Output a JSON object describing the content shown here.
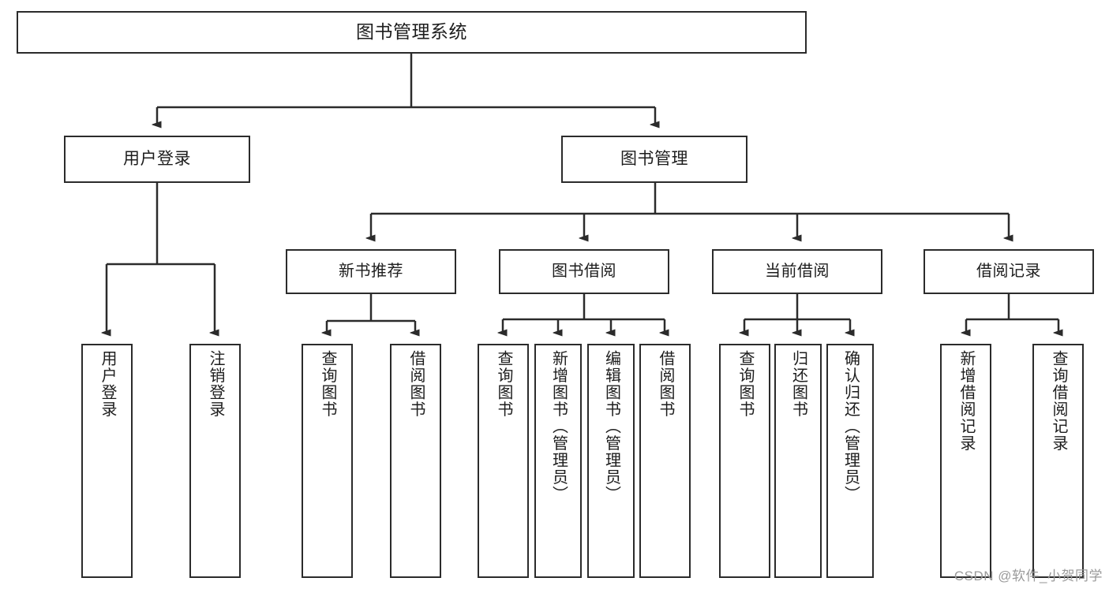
{
  "diagram": {
    "title": "图书管理系统",
    "watermark": "CSDN @软件_小贺同学",
    "line_color": "#2b2b2b",
    "text_color": "#1d1d1d",
    "background": "#ffffff",
    "levels": {
      "root": {
        "label": "图书管理系统"
      },
      "level2": [
        {
          "label": "用户登录"
        },
        {
          "label": "图书管理"
        }
      ],
      "level3": [
        {
          "label": "新书推荐"
        },
        {
          "label": "图书借阅"
        },
        {
          "label": "当前借阅"
        },
        {
          "label": "借阅记录"
        }
      ],
      "leaves": {
        "user_login": [
          {
            "label": "用户登录"
          },
          {
            "label": "注销登录"
          }
        ],
        "new_book_recommend": [
          {
            "label": "查询图书"
          },
          {
            "label": "借阅图书"
          }
        ],
        "book_borrow": [
          {
            "label": "查询图书"
          },
          {
            "label": "新增图书（管理员）"
          },
          {
            "label": "编辑图书（管理员）"
          },
          {
            "label": "借阅图书"
          }
        ],
        "current_borrow": [
          {
            "label": "查询图书"
          },
          {
            "label": "归还图书"
          },
          {
            "label": "确认归还（管理员）"
          }
        ],
        "borrow_record": [
          {
            "label": "新增借阅记录"
          },
          {
            "label": "查询借阅记录"
          }
        ]
      }
    }
  }
}
